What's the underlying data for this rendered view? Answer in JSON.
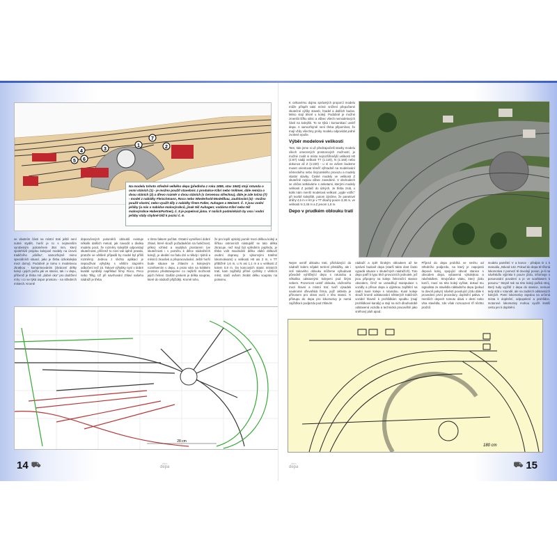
{
  "left_page": {
    "page_number": "14",
    "running_head": {
      "small": "depo",
      "label": "depa"
    },
    "caption": "Na modelu tohoto středně velkého depa (předloha z roku 1885, stav 1940) stojí rotunda o osmi stáních (1) - je možno použít stavebnic z produkce Kibri nebo Vollmer, dále remíza o dvou stáních (2) a dřevo rozměr o dvou stáních (s červenou střechou), dále je zde točna (7) - model z nabídky Fleischmann, Roco nebo Wiederhold-Modellbau, zauhlování (4) - možno použít vlastní, nebo využít díly z nabídky firem Faller, Auhagen a Weinert. Č. 3 jsou vodní jeřáby (u nás v nabídce malovýrobců, jinak též Auhagen; vodárna Kibri nebo též malovýrobce Haber&Partner), č. 5 je popelová jáma. V našich podmínkách by ona i vodní jeřáby stály chybně blíž k pozici č. 6.",
    "diagram_labels": [
      "1",
      "2",
      "3",
      "4",
      "5",
      "6",
      "7"
    ],
    "plan_dimension": "28 cm",
    "columns": [
      "ve vlastním části na místní trati ještě není nutné stydět, horší je to s nejmenším vyrobeným poloměrem 354 mm, který spolehlivě projdou kolejové modely na úrovni tradičního „vláčku“, samozřejmě mimo speciálních situací, jako je třeba úzkokolejka mezi domy). Podobně je tomu s modelovou zkratkou - komprimováním (zkrácení délky kolejí i jejich počtu jak ve stanici, tak i v depu, přičemž je třeba mít „dobré oko“ pro dodržení míry i co se týká úspor prostoru - na středních místech. Kromě",
      "doporučených poloměrů oblouků existuje několik dalších metod, jak navodit u diváka modelu pocit, že rozměry kolejiště odpovídají skutečnosti, přičemž to není tak úplně pravda, protože ve většině případů by model byl příliš rozměrný. Jednou z těchto aplikací je nepoužívat výhybky s větším stupněm odbočení než 15. Takové výhybky nyní v dobré kvalitě vyrábějí například firmy Roco, Peco nebo Tillig. Už při navrhování zhlaví našeho nádraží je třeba",
      "s tímto faktem počítat. Ostatní vyměšení dobré zhlaví, které slouží požadavkům na funkčnost, pěkný vzhled a neplýtvá prostorem (ve skutečnosti i v poměru k délce nádražních kolejí), je ideální na řadu dní a někdy i týdnů a měsíců zkoušek a přepracovávání. Ještě horší bude situace se zhlavím a kolejovým rozvětvením v depu, a proto vám na krátkém prostoru představujeme co nejširší možnosti jejich řešení. Dalším prvkem je délka souprav, které do nádraží přijíždějí. Kromě toho,",
      "že pro lepší optický poměr mezi délkou kolejí a šířkou ostrovních nástupišť se tato délka zkracuje, než mají být vpředním popředu, je třeba volit maximální délku vlaků délkově osobní dopravy (s výkonnými tratěmi lokomotivami) u velikosti H0 asi 2 m, v TT přibližně 1,6 m, u N asi 1,1 m a u velikosti Z kolem 0,8 m. Do koncových stanic místních tratí, kam zajíždějí přímé rychlíky z větších měst, stačí ovšem zkrátit délku souprav na polovinu."
    ]
  },
  "right_page": {
    "page_number": "15",
    "running_head": {
      "small": "depo",
      "label": "depa"
    },
    "intro": "K celkovému dojmu správných proporcí modelu může přispět také mírné snížení přepočtené skutečné výšky staveb, hradel a dalších budov. Mimo stojí těsně u kolejí. Podobně je možné zmenšit šířku silnic a vůbec všech nemodelových částí na kolejišti. To se týká i komunikací uvnitř depa. A samozřejmě není třeba připomínat, že mají vždy všechny prvky modelu odpovídat jedné zvolené epoše.",
    "heading1": "Výběr modelové velikosti",
    "section1": "Tam, kde jsme si už předzapočetli stavby modelu všech omezených prostorových možností, je možné zvolit si místo nejrozšířenější velikosti H0 (1:87) nadiji velikost TT (1:120), N (1:160) nebo dokonce až Z (1:220) - u ní se ovšem budeme muset orientovat téměř výhradně na modelování německého nebo švýcarského provozu a modely vlastní stavby. České modely ve velikosti Z skutečně nejsou vůbec zavedené. V obchodech se občas setkáváme s anketami, kterými modely velikosti Z potlačí do úzkých. Je třeba znát, o kolik nám menší modelová velikost „vyjde vstříc“ při tvorbě kolejiště, potom zjistíme, že panelové dráhy 4,5 m v H0 je v TT dlouhý pouze 3,28 m, ve velikosti N 2,45 m a Z jenom 1,8 m.",
    "heading2": "Depo v prudkém oblouku tratí",
    "columns": [
      "Nejen uvnitř oblouku trati, přicházející do nádraží kolem nějaké terénní překážky, ale i vně takového oblouku můžeme vybudovat původně vyhlížející depo s rotundou a několika odstavnými kolejemi pod širým nebem. Pozornost uvnitř oblouku, vloženého mezi hlavní a místní trať, tvoří výsadek soukromé dřevařská firma, jejíž aktivita je přínosem pro obrat vozů v této stanici. K přístupu do depa pro lokomotivy je nutná zajížďka k podjezdu pod zhlavím",
      "nádraží a zpět širokým obloukem až ke správní budově depa (starší takto dost často vypadá situace v skutečných nádražích). Toto depo patří k typu těch provozních jednotek, jež jsou připojeny na koleje železniční stanice obvodem, čímž se usnadňují manipulace s vozidly a přísun depa a výjimkou zajištění na zadní kusé koleje s rotundou. Kusé koleje slouží kromě odstavování některých trakčních vozidel hlavně k prohlídkám spodku (mají prohlídkové kanály) a stojí na nich dlouhodobě odstavená vozidla a technická pracoviště jako sněhový pluh apod.",
      "Příjezd do depa probíhá ve směru od středního podjezdu, na který je napojená depová kolej, spojující obvod stanice s obvodem depa, vybavená výkolejkou a návěstidlem. Strojvůdce vlaku, který jízdu končí, musí na této koleji vyčkat, dokud mu signalista ze stavědla nákladního depa (pokud to dovolí pokyn) návěstí povolující jízdu dále k provedení první procedury, doplnění paliva. V menších depech tomuto dává v desti nebo vlna stavědla, zde však rozsouzení tří těchto pražců",
      "modelu pamětní V a konce - předpis D 1 k manuálu „Návod 142. Pokud do depa 6l tížená lokomotiva z pomezí 6l dovolují posun, je-li na návěstidlo výjimka k pouze jízdu, informuje o posunování povolení a je ve souhlasem k posunu.“ Stejně tak na této koleji počká stroj, který tudy vyjíždí z depa do stanice, nemusí tedy stát v rotundě, ale na zadních odstavných kolejích. Pamí lokomotivy zajedou na určená místa k doplnění, odpopelení a prohlídce, motorové lokomotivy mohou využít kratší cestu jen k doplnění."
    ],
    "plan_dimension": "180 cm"
  }
}
